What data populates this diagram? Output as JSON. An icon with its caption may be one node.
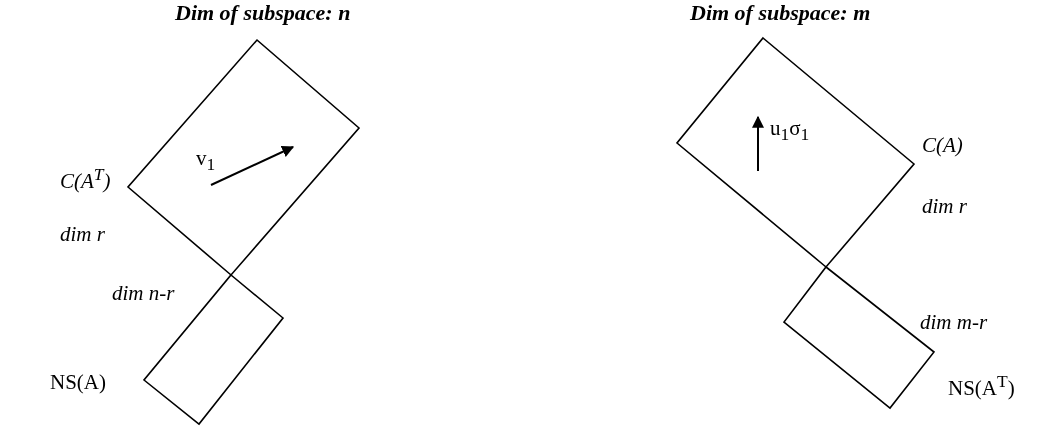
{
  "diagram": {
    "nodes": [
      {
        "text": [
          "C(A$^{T}$)"
        ],
        "beside": [
          "dim r"
        ]
      },
      {
        "text": [
          "NS(A)"
        ],
        "beside": [
          "dim n-r"
        ]
      },
      {
        "text": [
          "C(A)"
        ],
        "beside": [
          "dim r"
        ]
      },
      {
        "text": [
          "NS(A$^{T}$)"
        ],
        "beside": [
          "dim m-r"
        ]
      }
    ],
    "labels": [
      "Dim of subspace: n",
      "Dim of subspace: m",
      "v$_{1}$",
      "u$_{1}$σ$_{1}$"
    ]
  }
}
